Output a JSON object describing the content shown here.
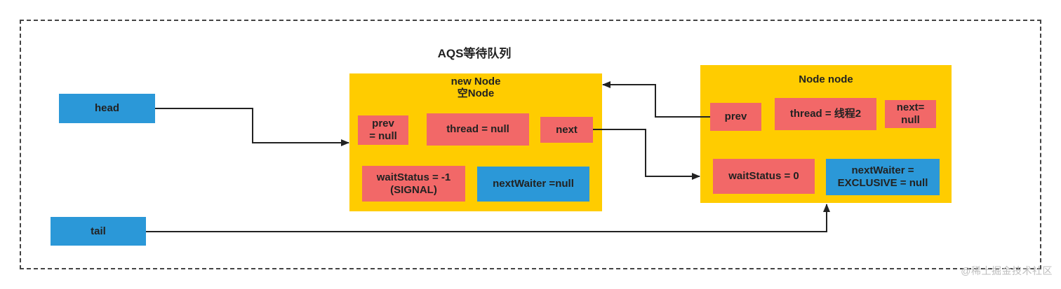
{
  "title": "AQS等待队列",
  "head_label": "head",
  "tail_label": "tail",
  "new_node": {
    "title_line1": "new Node",
    "title_line2": "空Node",
    "prev_line1": "prev",
    "prev_line2": "= null",
    "thread": "thread = null",
    "next": "next",
    "wait_status_line1": "waitStatus = -1",
    "wait_status_line2": "(SIGNAL)",
    "next_waiter": "nextWaiter =null"
  },
  "node": {
    "title": "Node node",
    "prev": "prev",
    "thread": "thread = 线程2",
    "next_line1": "next=",
    "next_line2": "null",
    "wait_status": "waitStatus = 0",
    "next_waiter_line1": "nextWaiter =",
    "next_waiter_line2": "EXCLUSIVE = null"
  },
  "watermark": "@稀土掘金技术社区",
  "colors": {
    "container": "#ffcc00",
    "field_red": "#f26868",
    "pointer_blue": "#2b98d8",
    "line": "#222222"
  }
}
